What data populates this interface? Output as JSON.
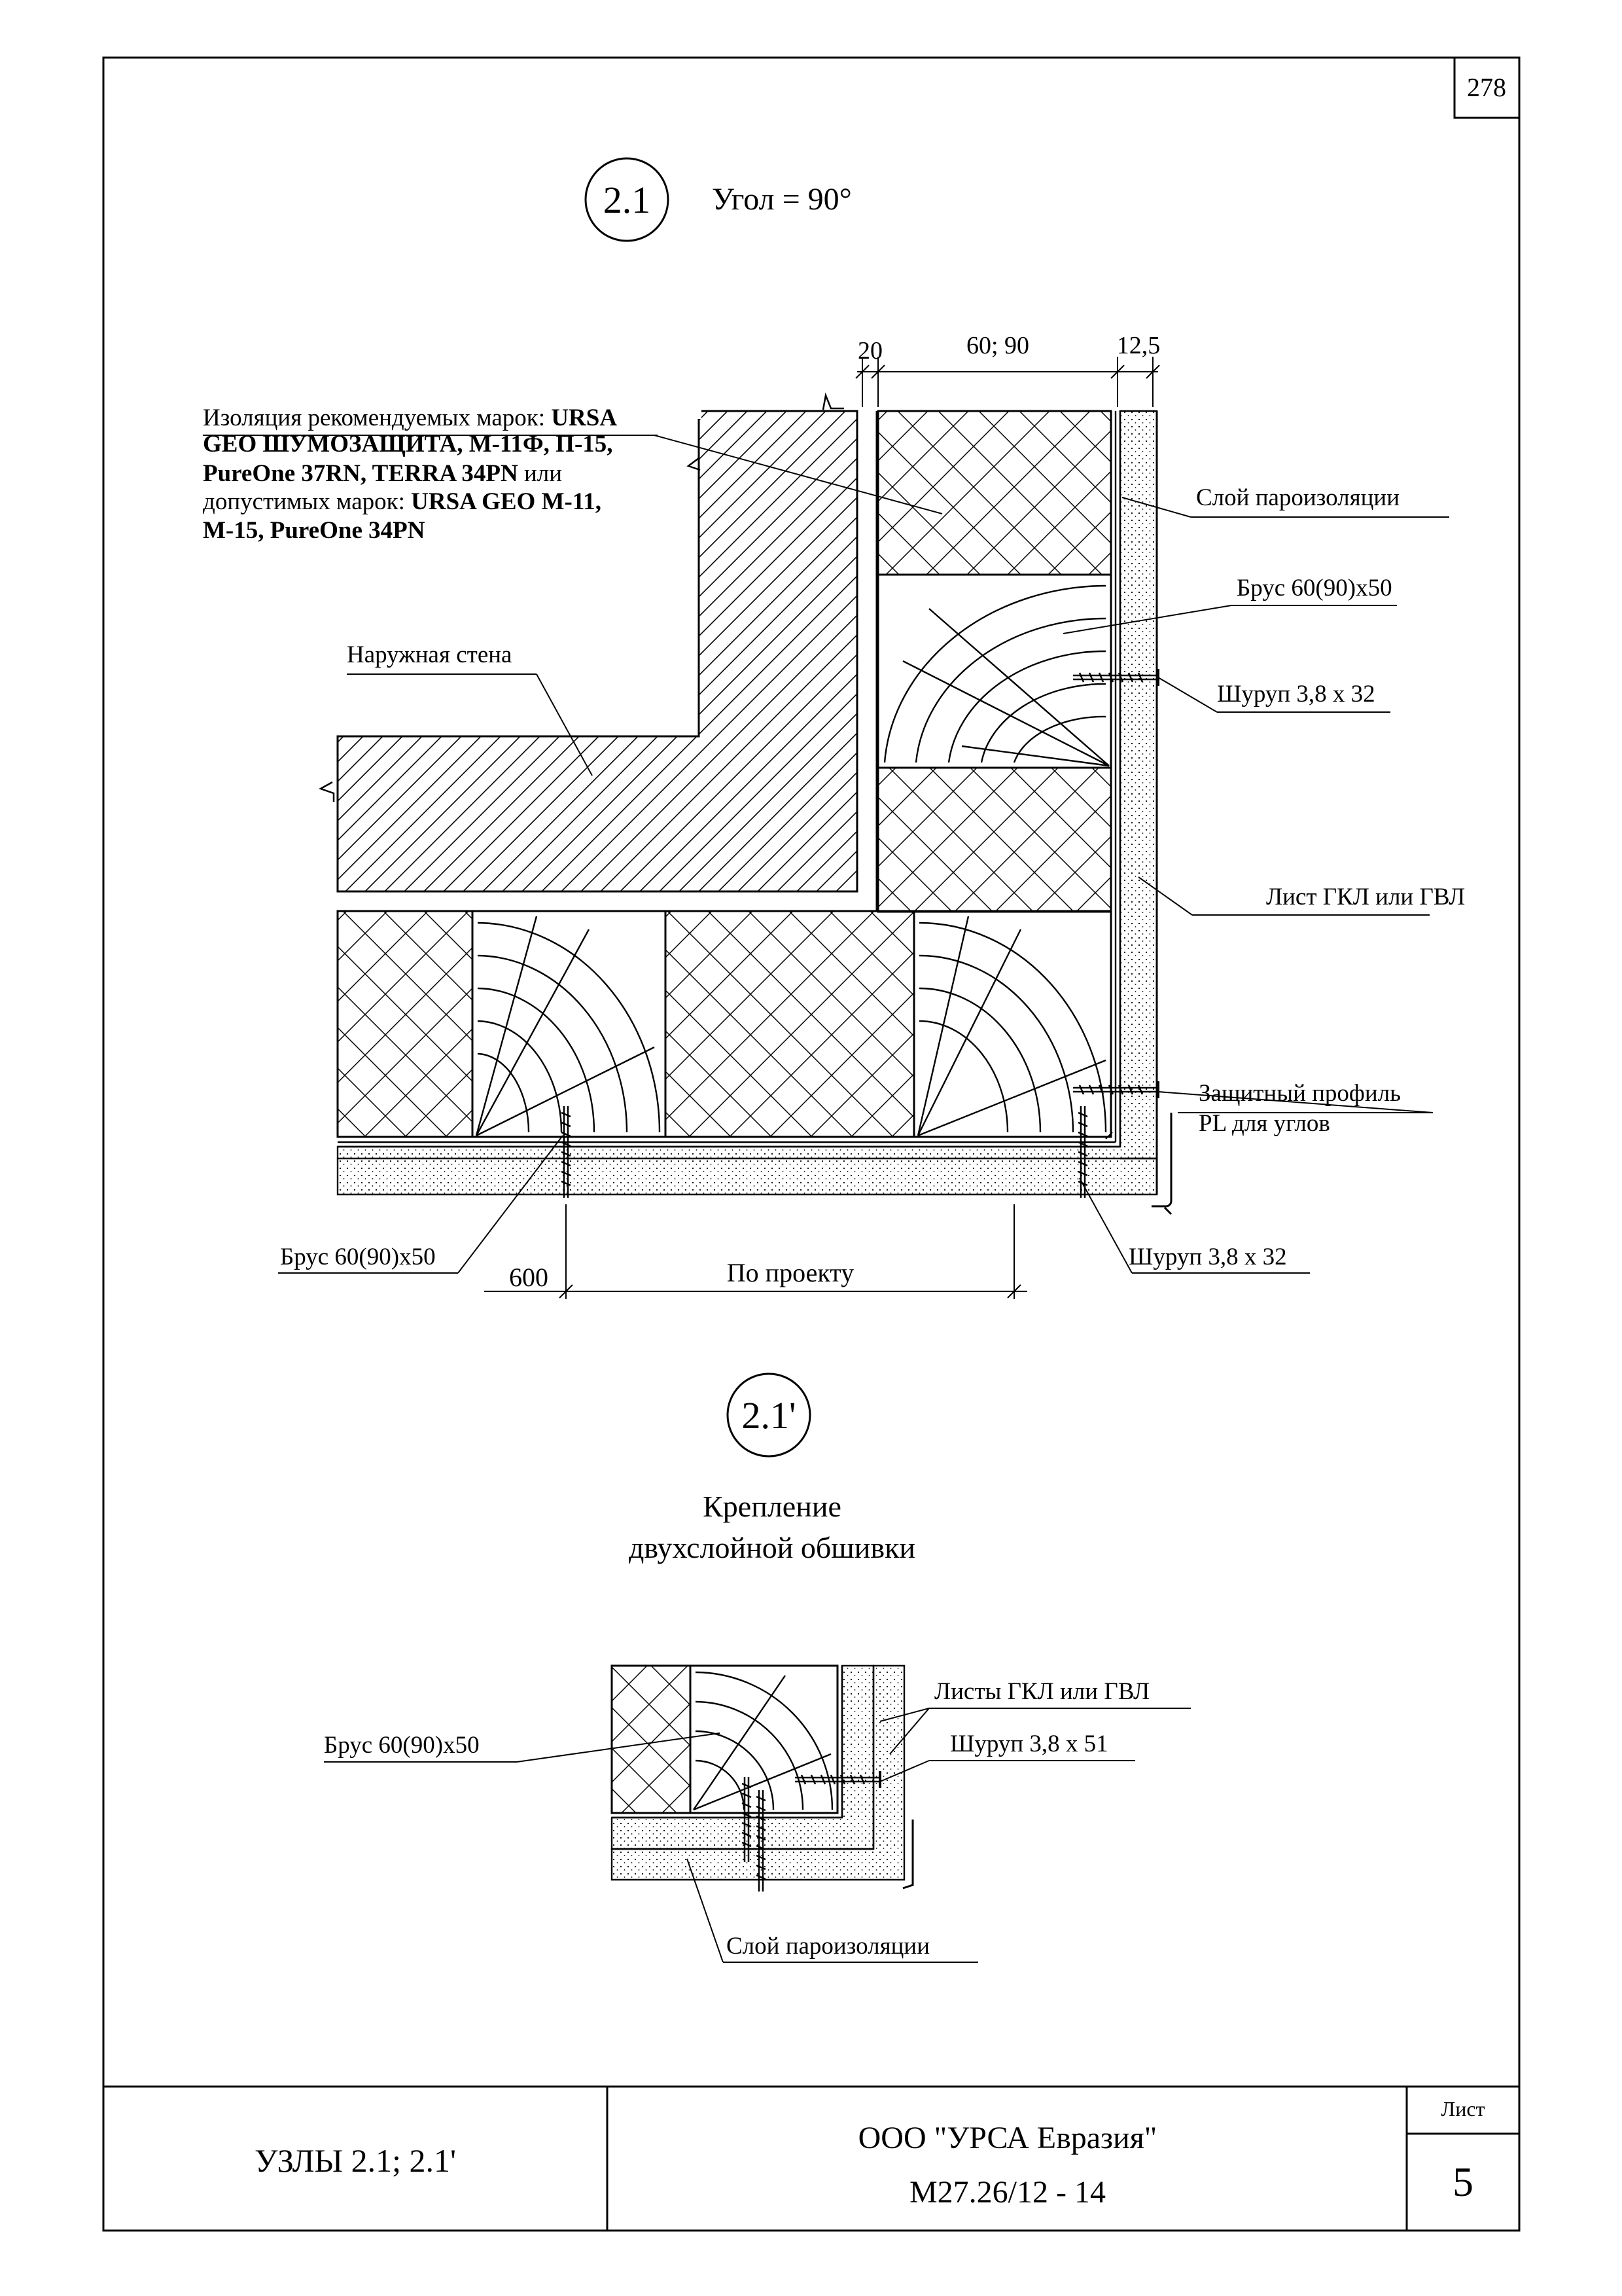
{
  "page_number": "278",
  "detail_main": {
    "marker": "2.1",
    "title": "Угол = 90°",
    "dims": {
      "d1": "20",
      "d2": "60; 90",
      "d3": "12,5",
      "bottom_left": "600",
      "bottom_span": "По проекту"
    },
    "insulation_note": {
      "line1_normal": "Изоляция рекомендуемых марок: ",
      "line1_bold": "URSA",
      "line2": "GEO ШУМОЗАЩИТА, М-11Ф, П-15,",
      "line3_bold": "PureOne 37RN, TERRA 34PN",
      "line3_normal": " или",
      "line4_normal": "допустимых марок: ",
      "line4_bold": "URSA GEO М-11,",
      "line5": "М-15, PureOne 34PN"
    },
    "labels": {
      "outer_wall": "Наружная стена",
      "vapor_barrier": "Слой пароизоляции",
      "beam_right": "Брус 60(90)х50",
      "screw_right": "Шуруп 3,8 х 32",
      "sheet": "Лист ГКЛ или ГВЛ",
      "profile_line1": "Защитный профиль",
      "profile_line2": "PL для углов",
      "beam_bottom": "Брус 60(90)х50",
      "screw_bottom": "Шуруп 3,8 х 32"
    }
  },
  "detail_second": {
    "marker": "2.1'",
    "title_line1": "Крепление",
    "title_line2": "двухслойной обшивки",
    "labels": {
      "sheets": "Листы ГКЛ или ГВЛ",
      "screw": "Шуруп 3,8 х 51",
      "beam": "Брус 60(90)х50",
      "vapor_barrier": "Слой пароизоляции"
    }
  },
  "title_block": {
    "nodes": "УЗЛЫ 2.1; 2.1'",
    "company": "ООО \"УРСА Евразия\"",
    "code": "М27.26/12 - 14",
    "sheet_label": "Лист",
    "sheet_number": "5"
  }
}
